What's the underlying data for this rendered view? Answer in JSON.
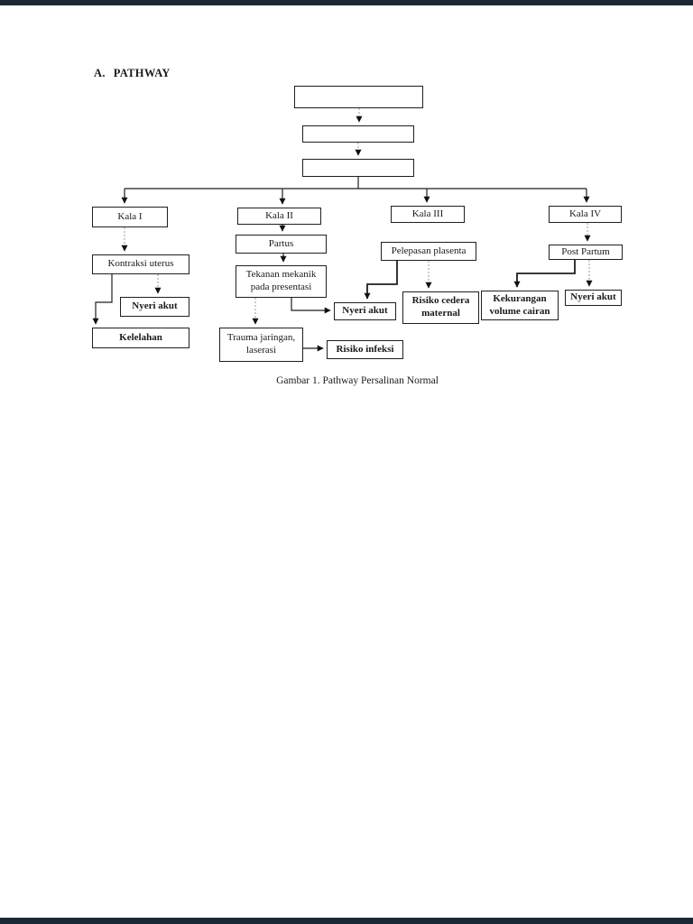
{
  "page": {
    "heading": {
      "number": "A.",
      "title": "PATHWAY"
    },
    "caption": "Gambar 1. Pathway Persalinan Normal"
  },
  "diagram": {
    "empty_top_boxes": 3,
    "nodes": {
      "kala1": "Kala I",
      "kala2": "Kala II",
      "kala3": "Kala III",
      "kala4": "Kala IV",
      "kontraksi_uterus": "Kontraksi uterus",
      "nyeri_akut_kala1": "Nyeri akut",
      "kelelahan": "Kelelahan",
      "partus": "Partus",
      "tekanan_mekanik": "Tekanan mekanik pada presentasi",
      "trauma_jaringan": "Trauma jaringan, laserasi",
      "nyeri_akut_kala2": "Nyeri akut",
      "risiko_infeksi": "Risiko infeksi",
      "pelepasan_plasenta": "Pelepasan plasenta",
      "risiko_cedera": "Risiko cedera maternal",
      "post_partum": "Post Partum",
      "kekurangan_volume": "Kekurangan volume cairan",
      "nyeri_akut_kala4": "Nyeri akut"
    }
  },
  "colors": {
    "ink": "#1f1f1f",
    "faint_line": "#9b9b9b",
    "page_background": "#ffffff",
    "viewer_bar": "#1c2733"
  }
}
